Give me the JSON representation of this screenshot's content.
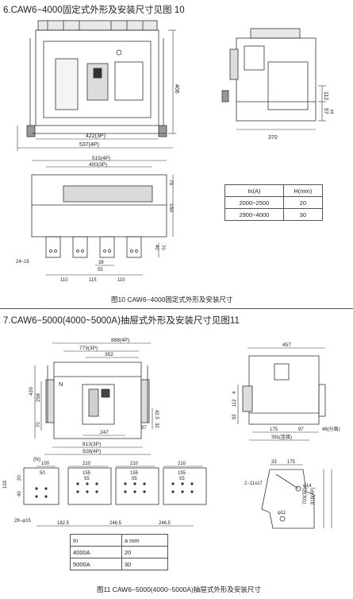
{
  "section1": {
    "heading": "6.CAW6−4000固定式外形及安装尺寸见图 10",
    "front": {
      "height": "406",
      "w3p": "422(3P)",
      "w4p": "537(4P)"
    },
    "side": {
      "d112": "112",
      "d57": "57",
      "H": "H",
      "depth": "370"
    },
    "bottom": {
      "w4p": "515(4P)",
      "w3p": "400(3P)",
      "d79": "79",
      "d150": "150",
      "d40": "40",
      "d70": "70",
      "d24": "24~15",
      "d110a": "110",
      "d115": "115",
      "d110b": "110",
      "d38": "38",
      "d55": "55"
    },
    "table": {
      "headers": [
        "In(A)",
        "H(mm)"
      ],
      "rows": [
        [
          "2000~2500",
          "20"
        ],
        [
          "2900~4000",
          "30"
        ]
      ]
    },
    "caption": "图10  CAW6−4000固定式外形及安装尺寸"
  },
  "section2": {
    "heading": "7.CAW6−5000(4000~5000A)抽屉式外形及安装尺寸见图11",
    "front": {
      "w888": "888(4P)",
      "w773": "773(3P)",
      "d352": "352",
      "N": "N",
      "d426": "426",
      "d258": "258",
      "d70": "70",
      "d97": "97",
      "d425": "42.5",
      "d247": "247",
      "w813": "813(3P)",
      "w928": "928(4P)",
      "d32": "32"
    },
    "side": {
      "d457": "457",
      "d92": "92",
      "d112": "112",
      "d4": "4",
      "d175": "175",
      "d97": "97",
      "d46": "46(分离)",
      "d391": "391(连接)"
    },
    "bottom": {
      "N": "(N)",
      "d100": "100",
      "d210a": "210",
      "d210b": "210",
      "d210c": "210",
      "d50a": "50",
      "d155a": "155",
      "d155b": "155",
      "d155c": "155",
      "d55a": "55",
      "d55b": "55",
      "d55c": "55",
      "d20": "20",
      "d103": "103",
      "d40": "40",
      "d28": "28−φ15",
      "d1825": "182.5",
      "d2465a": "246.5",
      "d2465b": "246.5"
    },
    "panel": {
      "d33": "33",
      "d175": "175",
      "hole": "2−11x17",
      "phi14": "φ14",
      "phi11": "φ11",
      "d703": "703(3P)",
      "d818": "818(4P)"
    },
    "table": {
      "headers": [
        "In",
        "a mm"
      ],
      "rows": [
        [
          "4000A",
          "20"
        ],
        [
          "5000A",
          "30"
        ]
      ]
    },
    "caption": "图11  CAW6−5000(4000~5000A)抽屉式外形及安装尺寸"
  }
}
